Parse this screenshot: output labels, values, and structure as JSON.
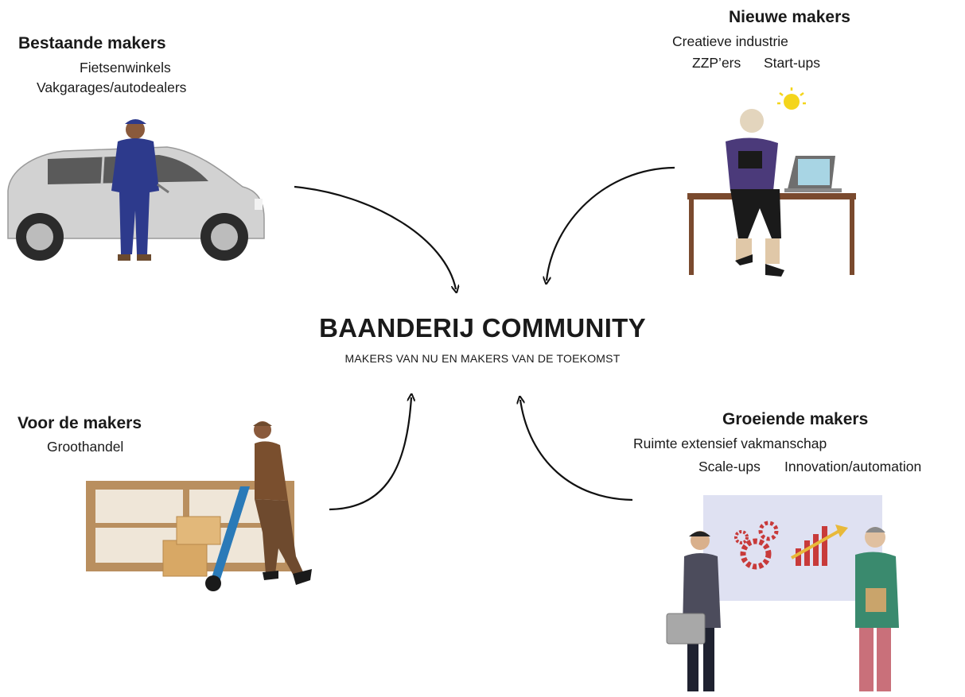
{
  "center": {
    "title": "BAANDERIJ COMMUNITY",
    "subtitle": "MAKERS VAN NU EN MAKERS VAN DE TOEKOMST"
  },
  "groups": {
    "bestaande": {
      "heading": "Bestaande makers",
      "lines": [
        "Fietsenwinkels",
        "Vakgarages/autodealers"
      ]
    },
    "nieuwe": {
      "heading": "Nieuwe makers",
      "lines": [
        "Creatieve industrie",
        "ZZP’ers",
        "Start-ups"
      ]
    },
    "voor": {
      "heading": "Voor de makers",
      "lines": [
        "Groothandel"
      ]
    },
    "groeiende": {
      "heading": "Groeiende makers",
      "lines": [
        "Ruimte extensief vakmanschap",
        "Scale-ups",
        "Innovation/automation"
      ]
    }
  },
  "colors": {
    "arrow": "#111111",
    "car": "#cfcfcf",
    "mechanic": "#2d3a8c",
    "shirt_purple": "#4b3a7a",
    "desk": "#7a4a2e",
    "box": "#c9a46b",
    "mover": "#6e4a2e",
    "trolley": "#2a7ab8",
    "board": "#dfe1f2",
    "gear": "#c83a3a",
    "suit": "#4c4c5c",
    "green_shirt": "#3a8a6e"
  }
}
